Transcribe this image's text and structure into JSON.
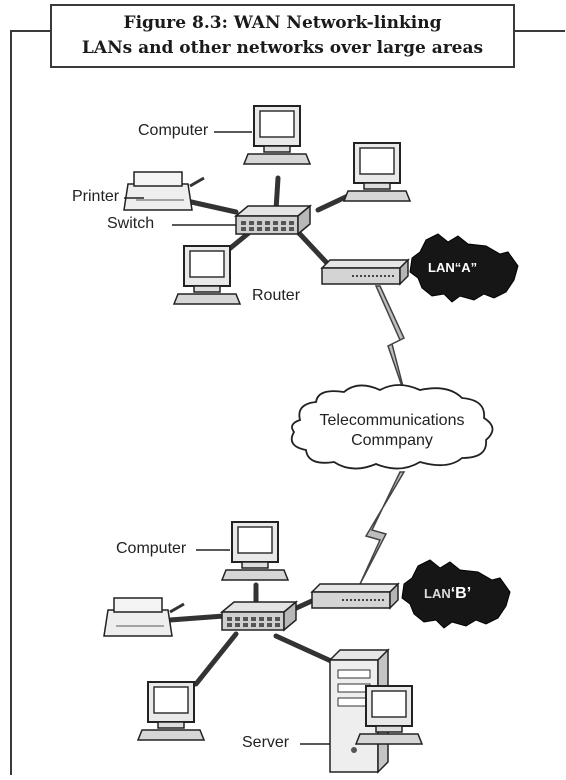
{
  "figure": {
    "title_line1": "Figure 8.3: WAN Network-linking",
    "title_line2": "LANs and other networks over large areas"
  },
  "lan_a": {
    "computer_label": "Computer",
    "printer_label": "Printer",
    "switch_label": "Switch",
    "router_label": "Router",
    "region_label": "LAN“A”"
  },
  "cloud": {
    "line1": "Telecommunications",
    "line2": "Commpany"
  },
  "lan_b": {
    "computer_label": "Computer",
    "server_label": "Server",
    "region_label_prefix": "LAN",
    "region_label_letter": "‘B’"
  }
}
